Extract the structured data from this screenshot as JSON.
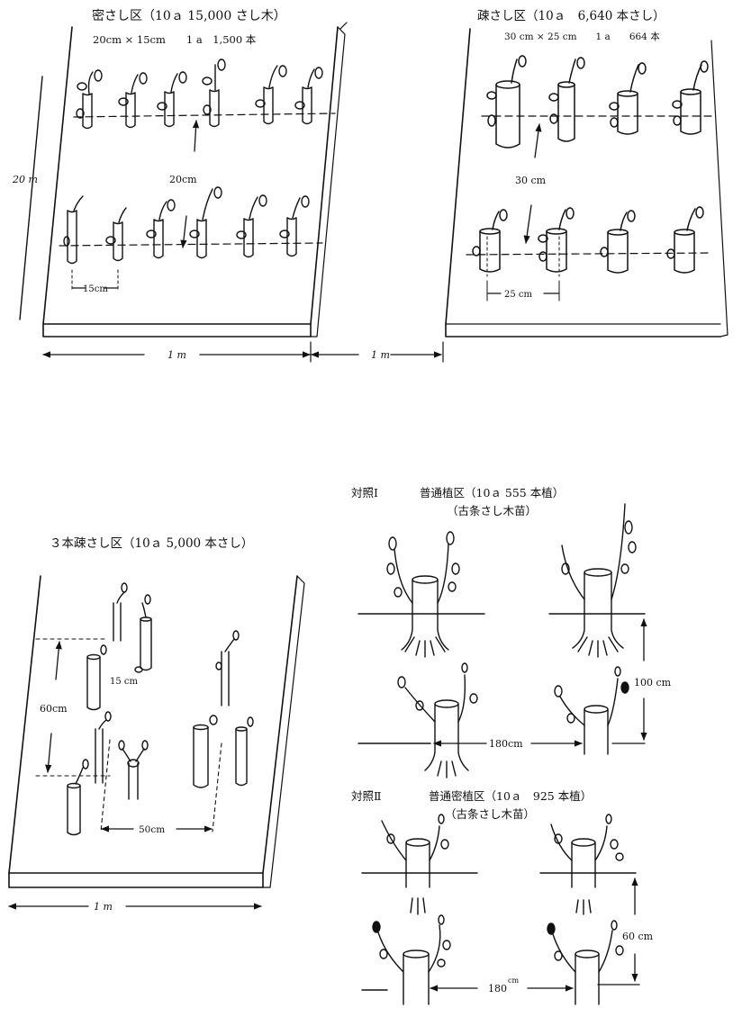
{
  "panels": {
    "dense": {
      "title": "密さし区（10ａ 15,000 さし木）",
      "spec": "20cm × 15cm　　1 a　1,500 本",
      "row_gap": "20cm",
      "plant_gap": "15cm",
      "side_length": "20 m",
      "bottom_width": "1 m"
    },
    "sparse": {
      "title": "疎さし区（10ａ　6,640 本さし）",
      "spec": "30 cm × 25 cm　　1 a　　664 本",
      "row_gap": "30 cm",
      "plant_gap": "25 cm",
      "bottom_width": "1 m"
    },
    "triple": {
      "title": "３本疎さし区（10ａ 5,000 本さし）",
      "row_gap": "60cm",
      "cluster_gap": "15 cm",
      "group_gap": "50cm",
      "bottom_width": "1 m"
    },
    "control1": {
      "label": "対照Ⅰ",
      "title": "普通植区（10ａ 555 本植）",
      "subtitle": "（古条さし木苗）",
      "row_gap": "100 cm",
      "plant_gap": "180cm"
    },
    "control2": {
      "label": "対照Ⅱ",
      "title": "普通密植区（10ａ　925 本植）",
      "subtitle": "（古条さし木苗）",
      "row_gap": "60 cm",
      "plant_gap": "180",
      "plant_gap_unit": "cm"
    }
  }
}
